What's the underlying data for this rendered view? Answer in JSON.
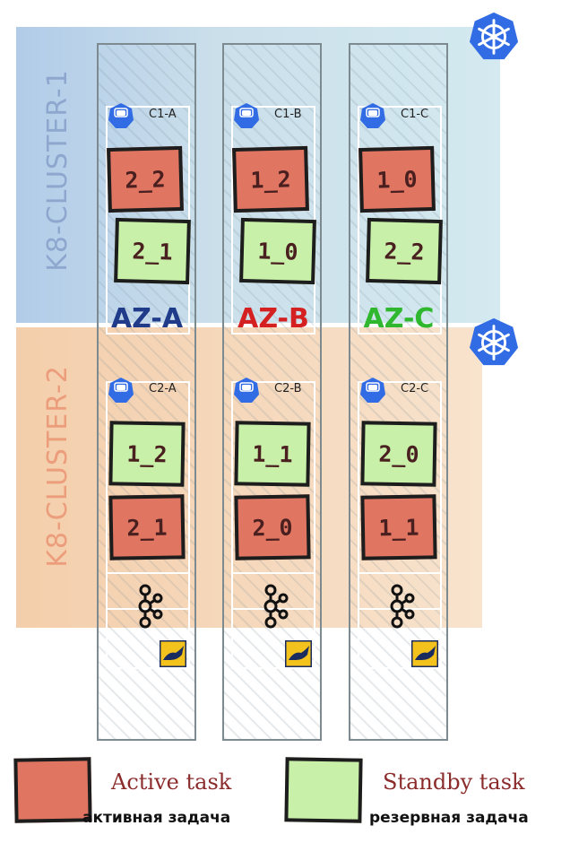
{
  "clusters": [
    {
      "label": "K8-CLUSTER-1"
    },
    {
      "label": "K8-CLUSTER-2"
    }
  ],
  "zones": [
    {
      "label": "AZ-A",
      "color": "#1f3b8a"
    },
    {
      "label": "AZ-B",
      "color": "#d42020"
    },
    {
      "label": "AZ-C",
      "color": "#2fb82f"
    }
  ],
  "columns": [
    {
      "c1_pod": "C1-A",
      "c2_pod": "C2-A",
      "tasks": [
        {
          "id": "2_2",
          "kind": "active"
        },
        {
          "id": "2_1",
          "kind": "standby"
        },
        {
          "id": "1_2",
          "kind": "standby"
        },
        {
          "id": "2_1",
          "kind": "active"
        }
      ]
    },
    {
      "c1_pod": "C1-B",
      "c2_pod": "C2-B",
      "tasks": [
        {
          "id": "1_2",
          "kind": "active"
        },
        {
          "id": "1_0",
          "kind": "standby"
        },
        {
          "id": "1_1",
          "kind": "standby"
        },
        {
          "id": "2_0",
          "kind": "active"
        }
      ]
    },
    {
      "c1_pod": "C1-C",
      "c2_pod": "C2-C",
      "tasks": [
        {
          "id": "1_0",
          "kind": "active"
        },
        {
          "id": "2_2",
          "kind": "standby"
        },
        {
          "id": "2_0",
          "kind": "standby"
        },
        {
          "id": "1_1",
          "kind": "active"
        }
      ]
    }
  ],
  "icons": {
    "statefulset": "sts",
    "statefulset_icon": "kubernetes-statefulset-icon",
    "kafka_icon": "kafka-icon",
    "jaeger_icon": "jaeger-icon",
    "kubernetes_icon": "kubernetes-helm-icon"
  },
  "legend": {
    "active_title": "Active task",
    "active_subtitle": "активная задача",
    "standby_title": "Standby task",
    "standby_subtitle": "резервная задача"
  },
  "colors": {
    "active": "#e07561",
    "standby": "#c8f0a8",
    "cluster1_band": "#b9d3e8",
    "cluster2_band": "#f4d0ad",
    "k8s_blue": "#326ce5"
  }
}
